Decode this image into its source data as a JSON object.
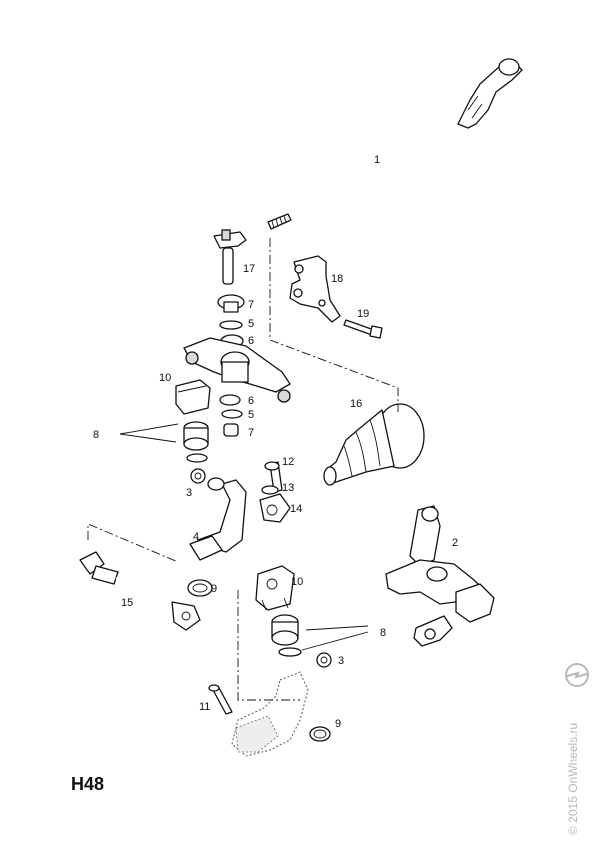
{
  "diagram": {
    "code": "H48",
    "callouts": {
      "c1": "1",
      "c2": "2",
      "c3a": "3",
      "c3b": "3",
      "c4": "4",
      "c5a": "5",
      "c5b": "5",
      "c6a": "6",
      "c6b": "6",
      "c7a": "7",
      "c7b": "7",
      "c8a": "8",
      "c8b": "8",
      "c9a": "9",
      "c9b": "9",
      "c10a": "10",
      "c10b": "10",
      "c11": "11",
      "c12": "12",
      "c13": "13",
      "c14": "14",
      "c15": "15",
      "c16": "16",
      "c17": "17",
      "c18": "18",
      "c19": "19"
    }
  },
  "watermark": {
    "text": "© 2015 OnWheels.ru",
    "logo_icon": "opel-lightning-logo",
    "color": "#b8b8b8"
  }
}
